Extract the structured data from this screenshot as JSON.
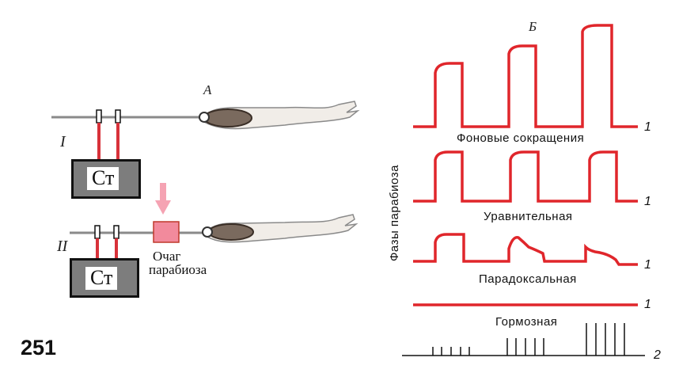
{
  "labels": {
    "panel_a": "А",
    "panel_b": "Б",
    "setup_1": "I",
    "setup_2": "II",
    "stimulator_1": "Ст",
    "stimulator_2": "Ст",
    "focus_line1": "Очаг",
    "focus_line2": "парабиоза",
    "phases_axis": "Фазы парабиоза",
    "page_number": "251"
  },
  "phases": [
    {
      "label": "Фоновые сокращения",
      "trace_number": "1"
    },
    {
      "label": "Уравнительная",
      "trace_number": "1"
    },
    {
      "label": "Парадоксальная",
      "trace_number": "1"
    },
    {
      "label": "Гормозная",
      "trace_number": "1"
    }
  ],
  "stimulus_trace_number": "2",
  "colors": {
    "trace": "#e0262b",
    "wire": "#d8323a",
    "focus": "#f28a9c",
    "arrow": "#f5a3b3",
    "box": "#7d7d7d"
  }
}
